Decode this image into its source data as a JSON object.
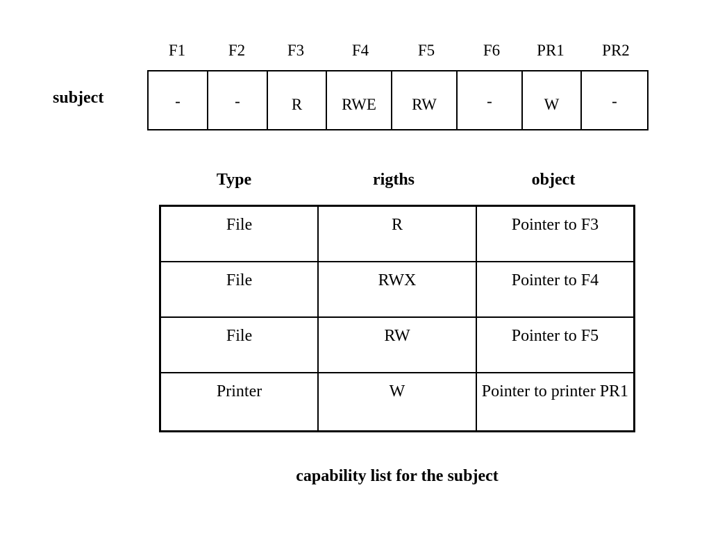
{
  "access_row": {
    "subject_label": "subject",
    "columns": [
      "F1",
      "F2",
      "F3",
      "F4",
      "F5",
      "F6",
      "PR1",
      "PR2"
    ],
    "values": [
      "-",
      "-",
      "R",
      "RWE",
      "RW",
      "-",
      "W",
      "-"
    ]
  },
  "capability_list": {
    "headers": {
      "type": "Type",
      "rights": "rigths",
      "object": "object"
    },
    "rows": [
      {
        "type": "File",
        "rights": "R",
        "object": "Pointer to F3"
      },
      {
        "type": "File",
        "rights": "RWX",
        "object": "Pointer to F4"
      },
      {
        "type": "File",
        "rights": "RW",
        "object": "Pointer to F5"
      },
      {
        "type": "Printer",
        "rights": "W",
        "object": "Pointer to printer PR1"
      }
    ],
    "caption": "capability list for the subject"
  }
}
